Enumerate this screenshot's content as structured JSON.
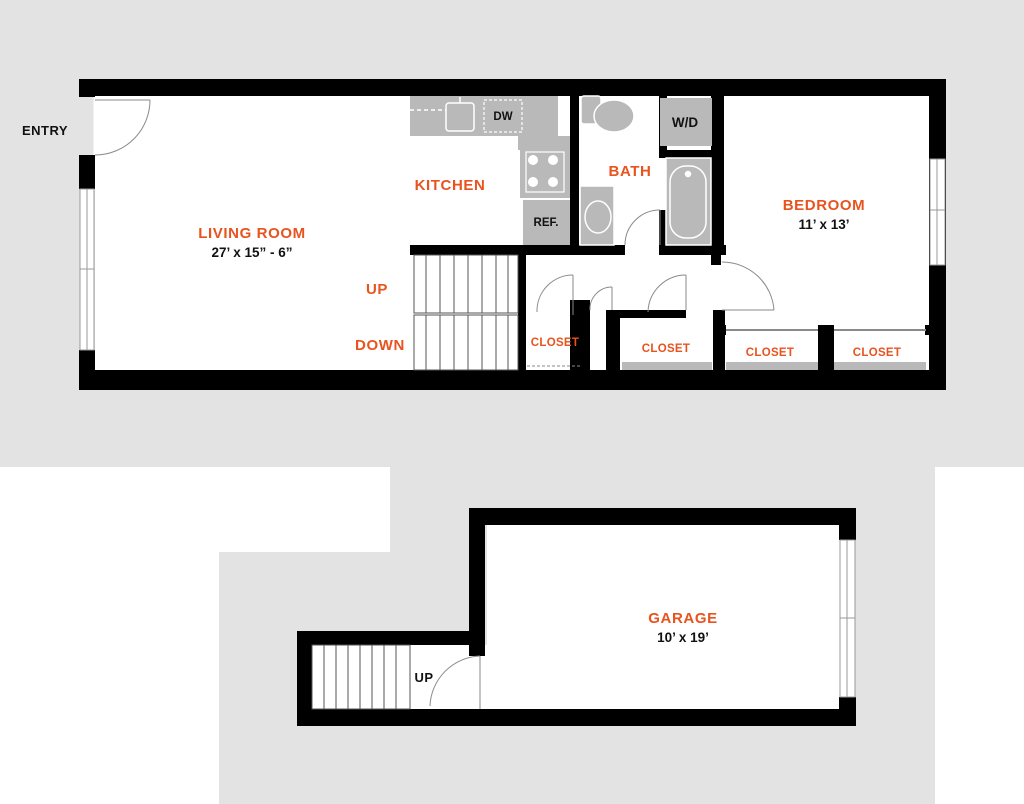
{
  "colors": {
    "wall": "#000000",
    "room_label": "#E8531E",
    "dimension_text": "#111111",
    "surround": "#E3E3E3",
    "fixture": "#B9B9B9"
  },
  "upper_floor": {
    "entry": "ENTRY",
    "living_room": {
      "name": "LIVING ROOM",
      "size": "27’ x 15” - 6”"
    },
    "kitchen": {
      "name": "KITCHEN",
      "dishwasher": "DW",
      "refrigerator": "REF."
    },
    "bath": {
      "name": "BATH",
      "washer_dryer": "W/D"
    },
    "bedroom": {
      "name": "BEDROOM",
      "size": "11’ x 13’"
    },
    "stairs_up": "UP",
    "stairs_down": "DOWN",
    "closets": [
      "CLOSET",
      "CLOSET",
      "CLOSET",
      "CLOSET"
    ]
  },
  "lower_floor": {
    "garage": {
      "name": "GARAGE",
      "size": "10’ x 19’"
    },
    "stairs_up": "UP"
  }
}
